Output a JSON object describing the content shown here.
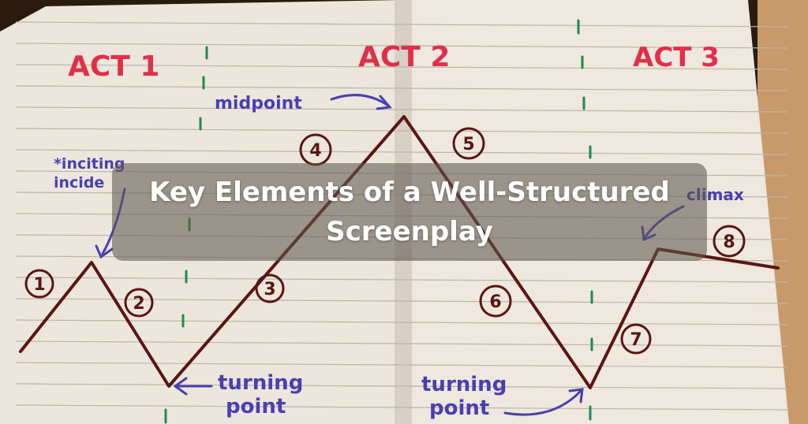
{
  "banner": {
    "title": "Key Elements of a Well-Structured Screenplay"
  },
  "notebook": {
    "acts": [
      "ACT 1",
      "ACT 2",
      "ACT 3"
    ],
    "annotations": {
      "inciting_incident_line1": "*inciting",
      "inciting_incident_line2": "incide",
      "midpoint": "midpoint",
      "climax": "climax",
      "turning_point_left_line1": "turning",
      "turning_point_left_line2": "point",
      "turning_point_right_line1": "turning",
      "turning_point_right_line2": "point"
    },
    "beats": [
      "1",
      "2",
      "3",
      "4",
      "5",
      "6",
      "7",
      "8"
    ]
  },
  "colors": {
    "act_label": "#e0304a",
    "annotation": "#4a3fb0",
    "plot_line": "#5a1612",
    "divider": "#1f8a52",
    "paper": "#efe9df",
    "rule_line": "#b9b2a8",
    "overlay": "#5f5850"
  }
}
